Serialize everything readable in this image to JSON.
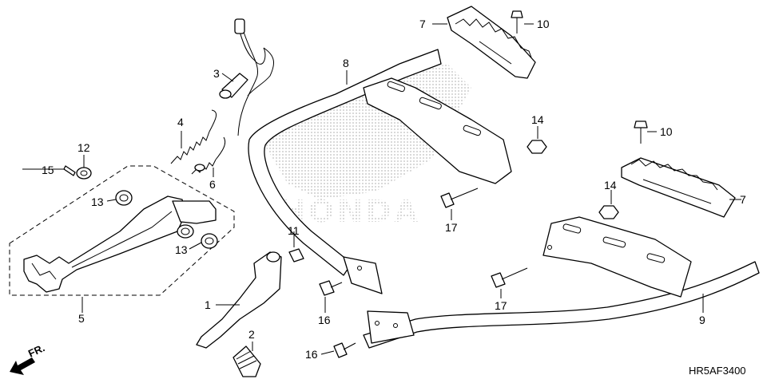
{
  "diagram": {
    "code": "HR5AF3400",
    "direction_label": "FR.",
    "watermark_text": "HONDA",
    "callouts": {
      "c1": "1",
      "c2": "2",
      "c3": "3",
      "c4": "4",
      "c5": "5",
      "c6": "6",
      "c7a": "7",
      "c7b": "7",
      "c8": "8",
      "c9": "9",
      "c10a": "10",
      "c10b": "10",
      "c11": "11",
      "c12": "12",
      "c13a": "13",
      "c13b": "13",
      "c14a": "14",
      "c14b": "14",
      "c15": "15",
      "c16a": "16",
      "c16b": "16",
      "c17a": "17",
      "c17b": "17"
    },
    "colors": {
      "line": "#000000",
      "watermark": "#c8c8c8"
    }
  }
}
